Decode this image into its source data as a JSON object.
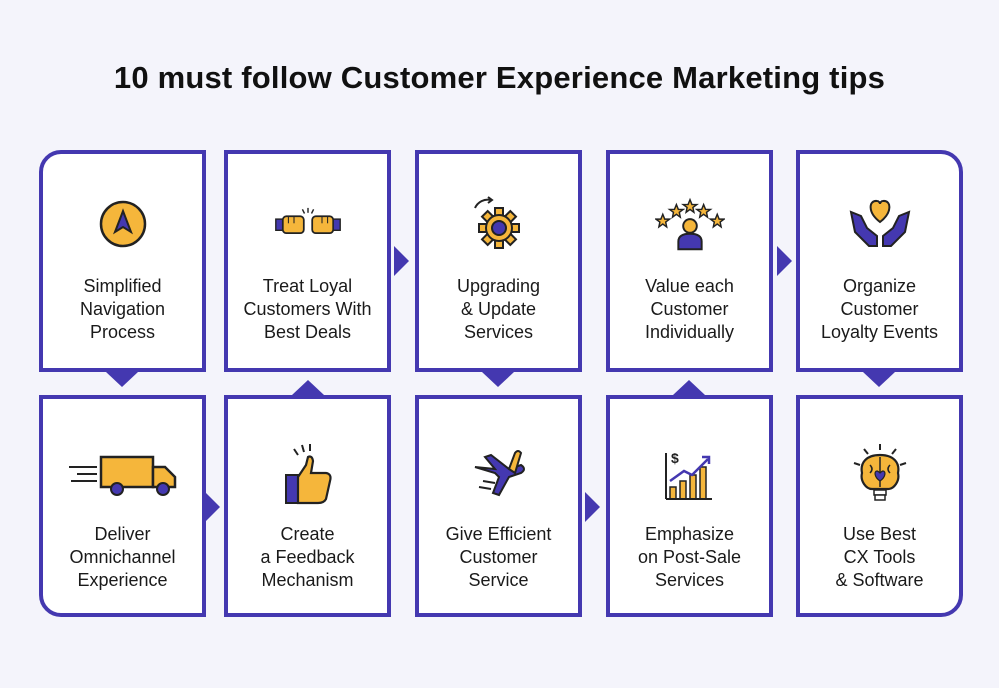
{
  "title": "10 must follow Customer Experience Marketing tips",
  "tips": [
    {
      "lines": [
        "Simplified",
        "Navigation",
        "Process"
      ],
      "icon": "compass-icon"
    },
    {
      "lines": [
        "Treat Loyal",
        "Customers With",
        "Best Deals"
      ],
      "icon": "fist-bump-icon"
    },
    {
      "lines": [
        "Upgrading",
        "& Update",
        "Services"
      ],
      "icon": "gear-refresh-icon"
    },
    {
      "lines": [
        "Value each",
        "Customer",
        "Individually"
      ],
      "icon": "rated-customer-icon"
    },
    {
      "lines": [
        "Organize",
        "Customer",
        "Loyalty Events"
      ],
      "icon": "hands-heart-icon"
    },
    {
      "lines": [
        "Deliver",
        "Omnichannel",
        "Experience"
      ],
      "icon": "delivery-truck-icon"
    },
    {
      "lines": [
        "Create",
        "a Feedback",
        "Mechanism"
      ],
      "icon": "thumbs-up-icon"
    },
    {
      "lines": [
        "Give Efficient",
        "Customer",
        "Service"
      ],
      "icon": "airplane-icon"
    },
    {
      "lines": [
        "Emphasize",
        "on Post-Sale",
        "Services"
      ],
      "icon": "growth-chart-icon"
    },
    {
      "lines": [
        "Use Best",
        "CX Tools",
        "& Software"
      ],
      "icon": "brain-bulb-icon"
    }
  ],
  "colors": {
    "border": "#4438b0",
    "accent": "#f5b63b",
    "background": "#f4f4fb"
  }
}
